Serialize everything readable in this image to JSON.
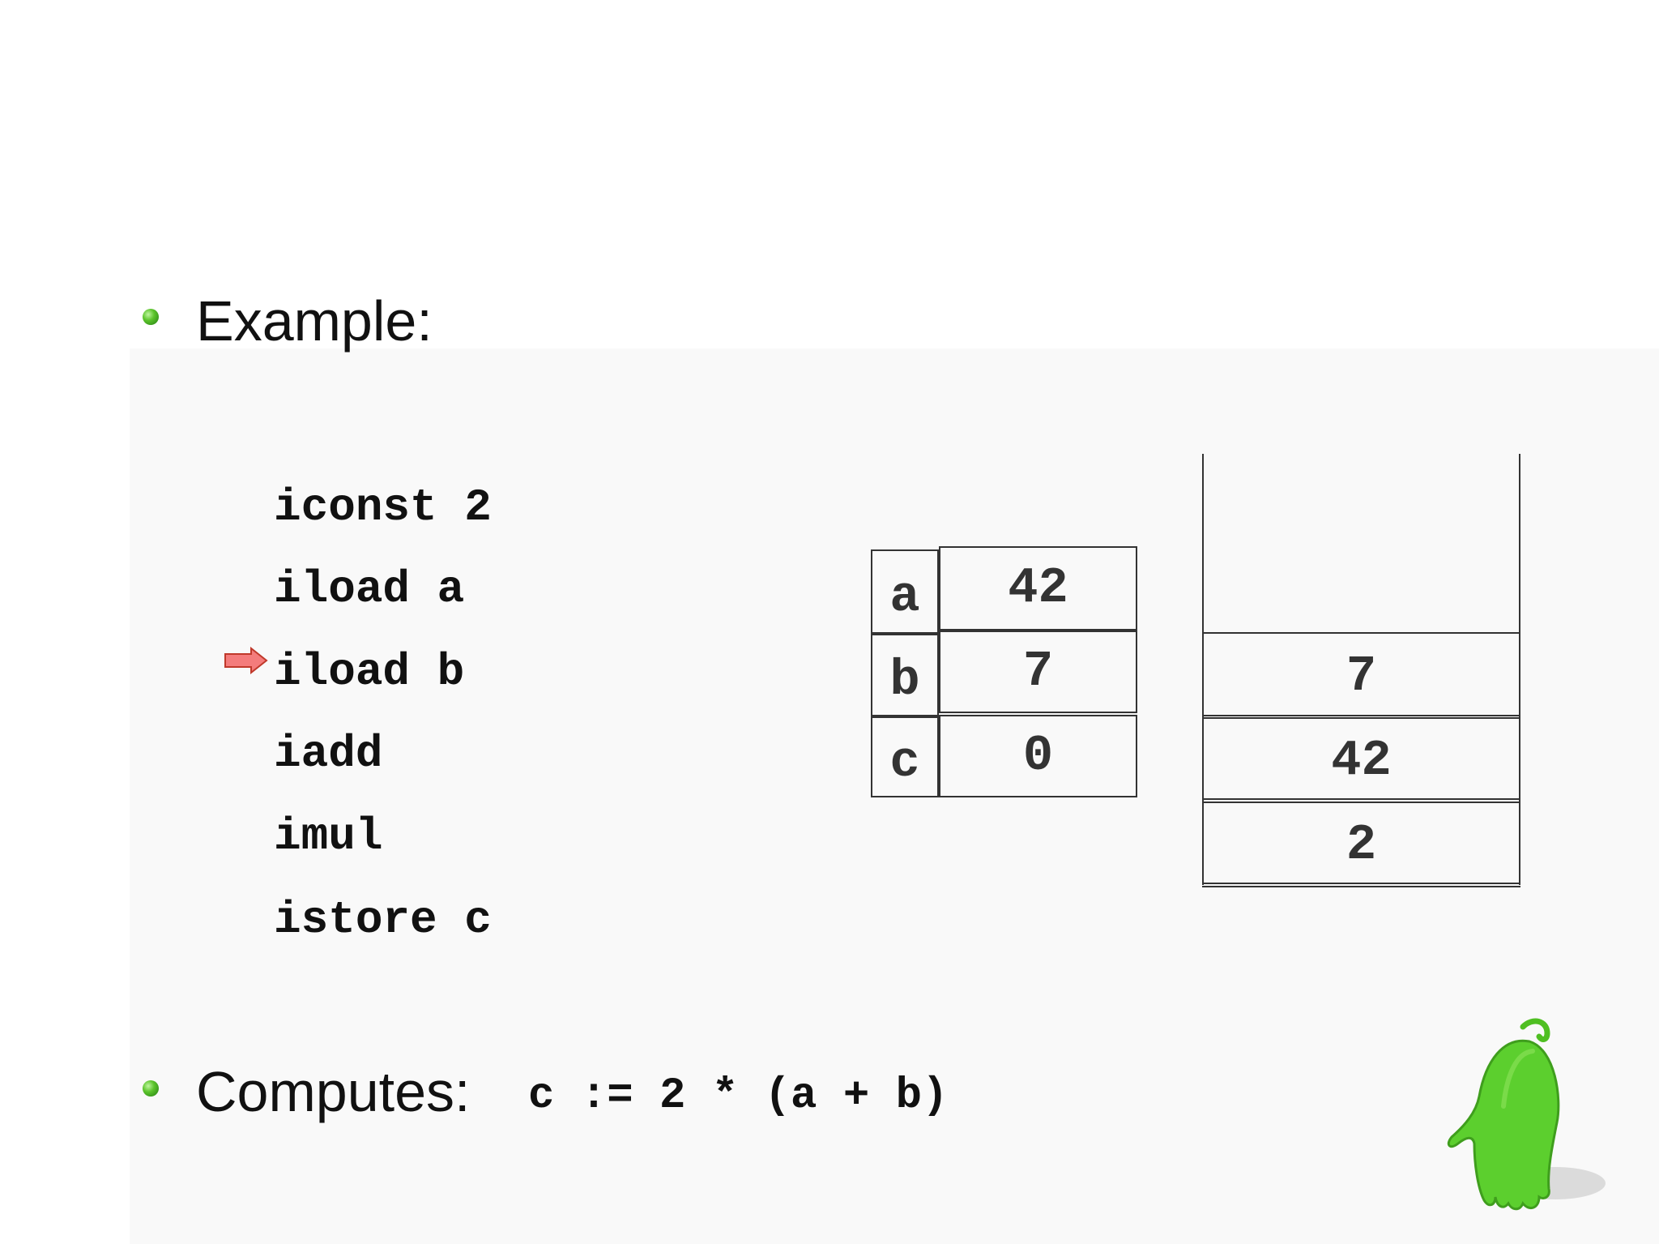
{
  "bullets": {
    "example_label": "Example:",
    "computes_label": "Computes:",
    "computes_expression": "c := 2 * (a + b)"
  },
  "code": {
    "instructions": [
      "iconst 2",
      "iload a",
      "iload b",
      "iadd",
      "imul",
      "istore c"
    ],
    "current_instruction_index": 2
  },
  "variables": [
    {
      "name": "a",
      "value": "42"
    },
    {
      "name": "b",
      "value": "7"
    },
    {
      "name": "c",
      "value": "0"
    }
  ],
  "stack": {
    "items_top_to_bottom": [
      "7",
      "42",
      "2"
    ]
  },
  "colors": {
    "text": "#111111",
    "cell_text": "#333333",
    "bullet": "#3aa81a",
    "arrow_fill": "#f47c7c",
    "arrow_stroke": "#c0392b",
    "mascot": "#5ccf2e",
    "panel": "#f9f9f9"
  },
  "icons": {
    "bullet": "green-sphere-bullet-icon",
    "pointer": "program-counter-arrow-icon",
    "mascot": "green-creature-mascot-icon"
  }
}
